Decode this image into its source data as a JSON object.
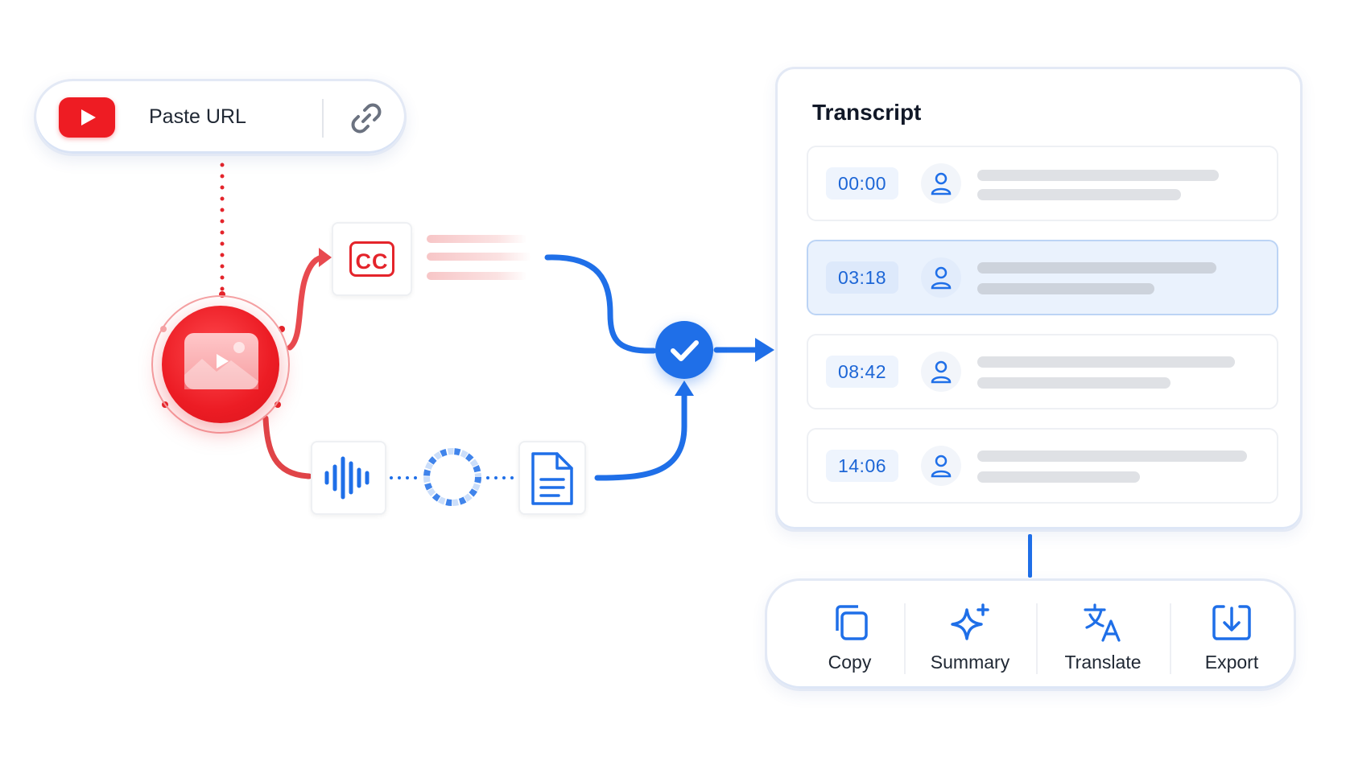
{
  "url_input": {
    "label": "Paste URL",
    "leading_icon": "youtube-logo-icon",
    "trailing_icon": "link-icon"
  },
  "nodes": {
    "video": {
      "icon": "video-thumbnail-icon"
    },
    "captions": {
      "badge": "CC",
      "icon": "closed-captions-icon"
    },
    "audio": {
      "icon": "audio-waveform-icon"
    },
    "processing": {
      "icon": "loading-spinner-icon"
    },
    "document": {
      "icon": "document-icon"
    },
    "done": {
      "icon": "checkmark-icon"
    }
  },
  "transcript": {
    "title": "Transcript",
    "rows": [
      {
        "time": "00:00",
        "highlighted": false
      },
      {
        "time": "03:18",
        "highlighted": true
      },
      {
        "time": "08:42",
        "highlighted": false
      },
      {
        "time": "14:06",
        "highlighted": false
      }
    ]
  },
  "actions": [
    {
      "label": "Copy",
      "icon": "copy-icon"
    },
    {
      "label": "Summary",
      "icon": "sparkle-icon"
    },
    {
      "label": "Translate",
      "icon": "translate-icon"
    },
    {
      "label": "Export",
      "icon": "export-icon"
    }
  ],
  "colors": {
    "red": "#ee1c23",
    "blue": "#1f6fe8",
    "text": "#1f2733"
  }
}
